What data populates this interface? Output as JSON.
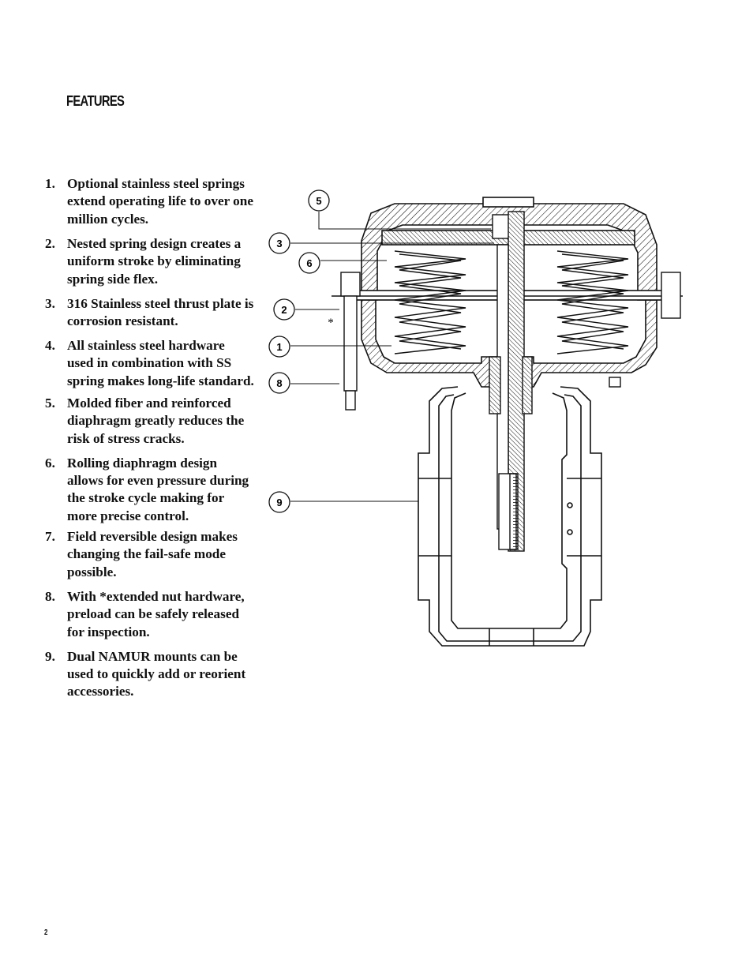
{
  "heading": "FEATURES",
  "features": [
    {
      "num": "1.",
      "text": "Optional stainless steel springs extend operating life to over one million cycles."
    },
    {
      "num": "2.",
      "text": "Nested spring design creates a uniform stroke by eliminating spring side flex."
    },
    {
      "num": "3.",
      "text": "316 Stainless steel thrust plate is corrosion resistant."
    },
    {
      "num": "4.",
      "text": "All stainless steel hardware used in combination with SS spring makes long-life standard."
    },
    {
      "num": "5.",
      "text": "Molded fiber and reinforced diaphragm greatly reduces the risk of stress cracks."
    },
    {
      "num": "6.",
      "text": "Rolling diaphragm design allows for even pressure during the stroke cycle making for more precise control."
    },
    {
      "num": "7.",
      "text": "Field reversible design makes changing the fail-safe mode possible."
    },
    {
      "num": "8.",
      "text": "With *extended nut hardware, preload can be safely released for inspection."
    },
    {
      "num": "9.",
      "text": "Dual NAMUR mounts can be used to quickly add or reorient accessories."
    }
  ],
  "diagram": {
    "callouts": [
      "5",
      "3",
      "6",
      "2",
      "1",
      "8",
      "9"
    ],
    "asterisk": "*"
  },
  "page_number": "2"
}
